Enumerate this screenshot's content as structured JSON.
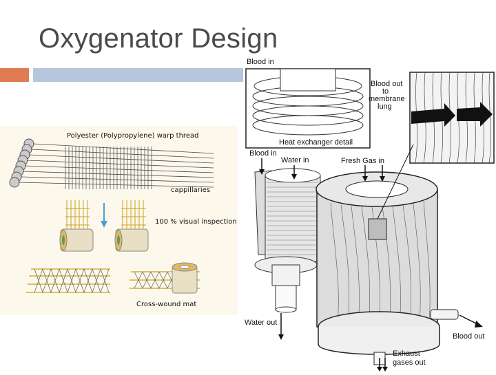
{
  "slide": {
    "title": "Oxygenator Design",
    "accent_color": "#e07b53",
    "bar_color": "#b6c7dd"
  },
  "left_diagram": {
    "labels": {
      "warp_thread": "Polyester (Polypropylene) warp thread",
      "capillaries": "cappillaries",
      "inspection": "100 % visual inspection",
      "mat": "Cross-wound mat"
    },
    "arrow_color": "#4aa0d0"
  },
  "right_diagram": {
    "labels": {
      "blood_in_top": "Blood in",
      "blood_out_1": "Blood out",
      "blood_out_2": "to",
      "blood_out_3": "membrane",
      "blood_out_4": "lung",
      "heat_exchanger": "Heat exchanger detail",
      "blood_in": "Blood in",
      "water_in": "Water in",
      "fresh_gas_in": "Fresh Gas in",
      "water_out": "Water out",
      "blood_out": "Blood out",
      "exhaust_1": "Exhaust",
      "exhaust_2": "gases out"
    }
  }
}
